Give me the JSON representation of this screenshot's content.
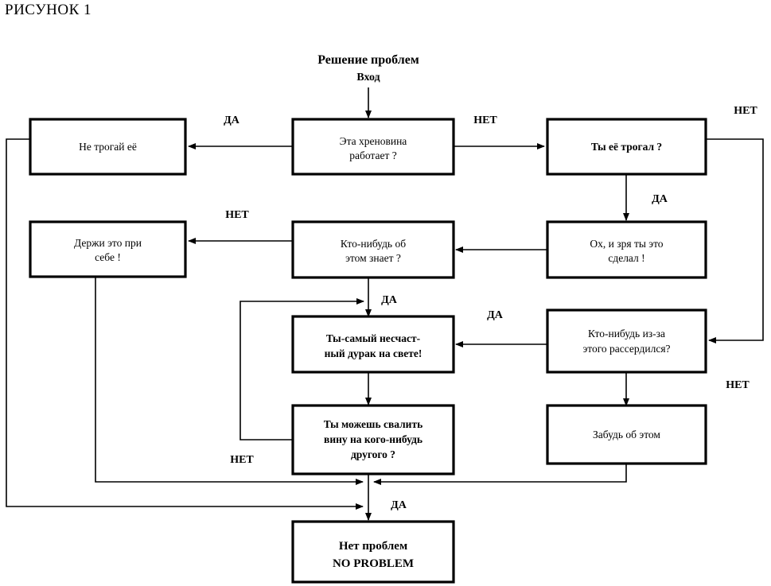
{
  "figure": {
    "title": "РИСУНОК 1",
    "entry_title": "Решение проблем",
    "entry_subtitle": "Вход"
  },
  "colors": {
    "background": "#ffffff",
    "stroke": "#000000",
    "text": "#000000"
  },
  "nodes": {
    "works": {
      "line1": "Эта хреновина",
      "line2": "работает ?"
    },
    "dont_touch": {
      "line1": "Не трогай её",
      "line2": ""
    },
    "did_touch": {
      "line1": "Ты её трогал ?",
      "line2": ""
    },
    "oh_shouldnt": {
      "line1": "Ох, и зря ты это",
      "line2": "сделал !"
    },
    "anyone_knows": {
      "line1": "Кто-нибудь об",
      "line2": "этом знает ?"
    },
    "keep_to_self": {
      "line1": "Держи это при",
      "line2": "себе !"
    },
    "anyone_angry": {
      "line1": "Кто-нибудь из-за",
      "line2": "этого рассердился?"
    },
    "biggest_fool": {
      "line1": "Ты-самый несчаст-",
      "line2": "ный дурак на свете!"
    },
    "blame_other": {
      "line1": "Ты можешь свалить",
      "line2": "вину на кого-нибудь",
      "line3": "другого ?"
    },
    "forget_it": {
      "line1": "Забудь об этом",
      "line2": ""
    },
    "no_problem": {
      "line1": "Нет  проблем",
      "line2": "NO PROBLEM"
    }
  },
  "edge_labels": {
    "yes_works": "ДА",
    "no_works": "НЕТ",
    "no_did_touch": "НЕТ",
    "yes_did_touch": "ДА",
    "no_anyone_knows": "НЕТ",
    "yes_anyone_knows": "ДА",
    "yes_anyone_angry": "ДА",
    "no_anyone_angry": "НЕТ",
    "no_blame_other": "НЕТ",
    "yes_final": "ДА"
  },
  "chart_data": {
    "type": "diagram",
    "title": "РИСУНОК 1",
    "subtitle": "Решение проблем / Вход",
    "node_list": [
      "Эта хреновина работает ?",
      "Не трогай её",
      "Ты её трогал ?",
      "Ох, и зря ты это сделал !",
      "Кто-нибудь об этом знает ?",
      "Держи это при себе !",
      "Кто-нибудь из-за этого рассердился?",
      "Ты-самый несчастный дурак на свете!",
      "Ты можешь свалить вину на кого-нибудь другого ?",
      "Забудь об этом",
      "Нет проблем NO PROBLEM"
    ],
    "edge_list": [
      {
        "from": "Вход",
        "to": "Эта хреновина работает ?",
        "label": ""
      },
      {
        "from": "Эта хреновина работает ?",
        "to": "Не трогай её",
        "label": "ДА"
      },
      {
        "from": "Эта хреновина работает ?",
        "to": "Ты её трогал ?",
        "label": "НЕТ"
      },
      {
        "from": "Ты её трогал ?",
        "to": "Кто-нибудь из-за этого рассердился?",
        "label": "НЕТ"
      },
      {
        "from": "Ты её трогал ?",
        "to": "Ох, и зря ты это сделал !",
        "label": "ДА"
      },
      {
        "from": "Ох, и зря ты это сделал !",
        "to": "Кто-нибудь об этом знает ?",
        "label": ""
      },
      {
        "from": "Кто-нибудь об этом знает ?",
        "to": "Держи это при себе !",
        "label": "НЕТ"
      },
      {
        "from": "Кто-нибудь об этом знает ?",
        "to": "Ты-самый несчастный дурак на свете!",
        "label": "ДА"
      },
      {
        "from": "Кто-нибудь из-за этого рассердился?",
        "to": "Ты-самый несчастный дурак на свете!",
        "label": "ДА"
      },
      {
        "from": "Кто-нибудь из-за этого рассердился?",
        "to": "Забудь об этом",
        "label": "НЕТ"
      },
      {
        "from": "Ты-самый несчастный дурак на свете!",
        "to": "Ты можешь свалить вину на кого-нибудь другого ?",
        "label": ""
      },
      {
        "from": "Ты можешь свалить вину на кого-нибудь другого ?",
        "to": "Ты-самый несчастный дурак на свете!",
        "label": "НЕТ"
      },
      {
        "from": "Ты можешь свалить вину на кого-нибудь другого ?",
        "to": "Нет проблем NO PROBLEM",
        "label": "ДА"
      },
      {
        "from": "Не трогай её",
        "to": "Нет проблем NO PROBLEM",
        "label": ""
      },
      {
        "from": "Держи это при себе !",
        "to": "Нет проблем NO PROBLEM",
        "label": ""
      },
      {
        "from": "Забудь об этом",
        "to": "Нет проблем NO PROBLEM",
        "label": ""
      }
    ]
  }
}
